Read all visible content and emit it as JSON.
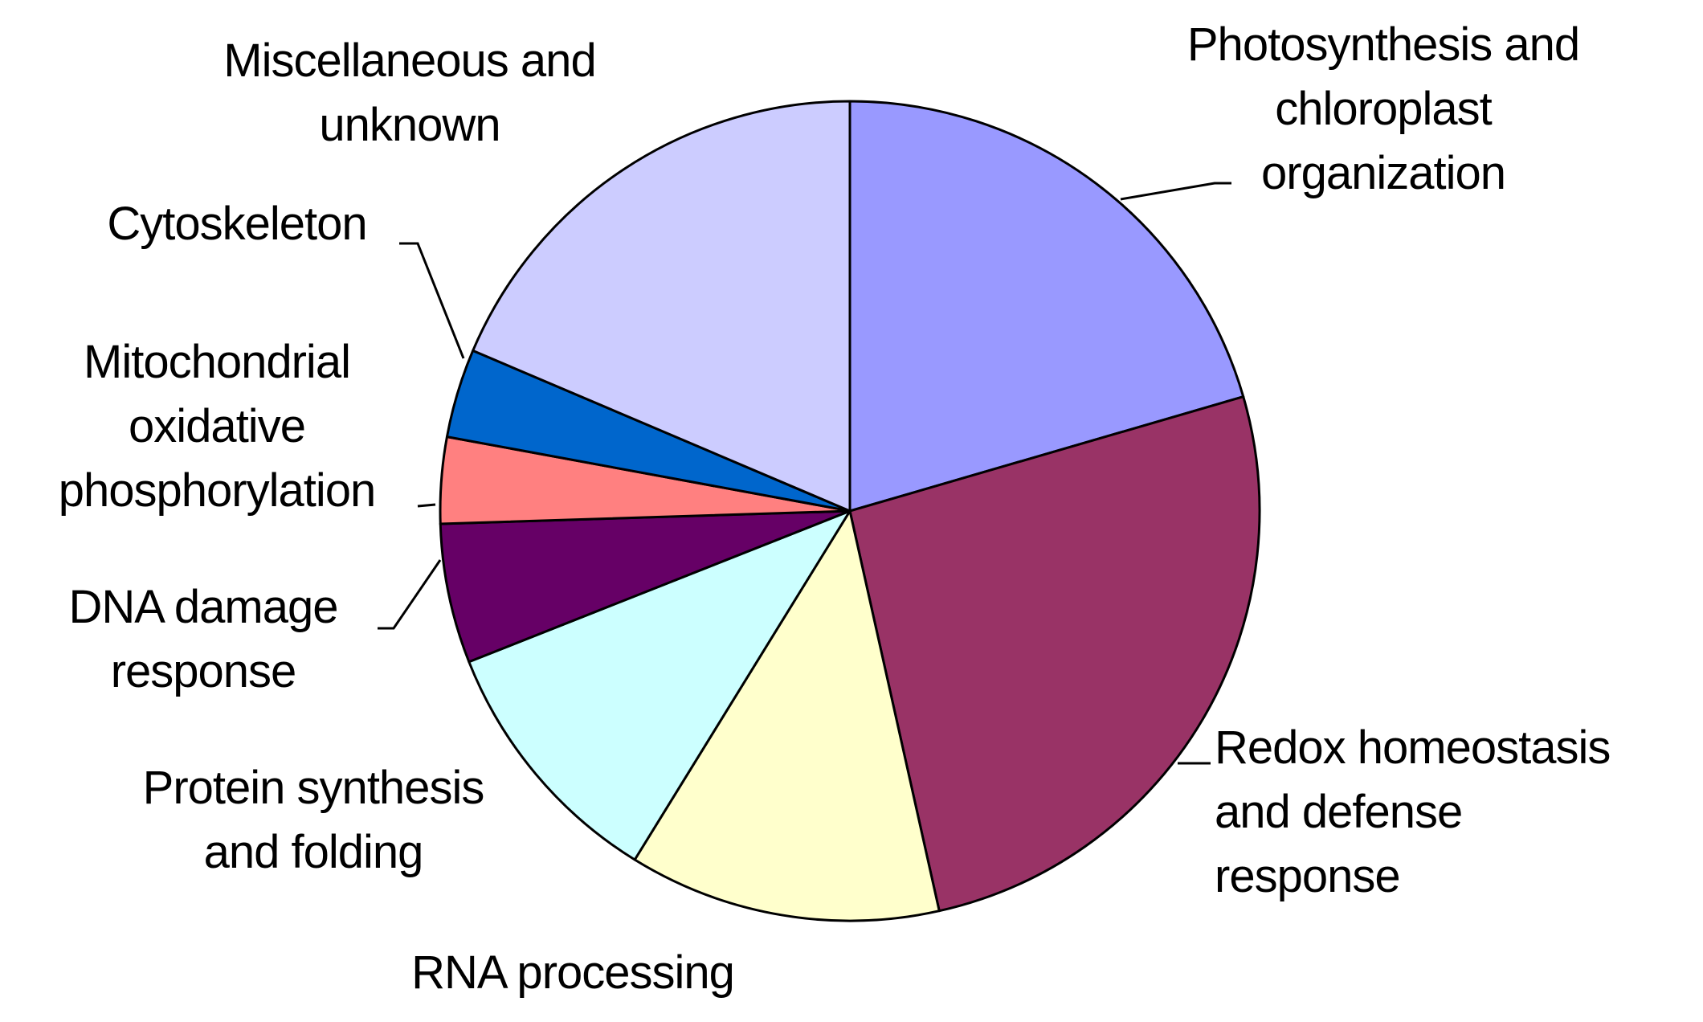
{
  "chart_data": {
    "type": "pie",
    "title": "",
    "start_angle_deg": 0,
    "direction": "clockwise",
    "legend": "none",
    "slices": [
      {
        "label": "Photosynthesis and chloroplast organization",
        "value": 20.5,
        "color": "#9999ff",
        "label_lines": [
          "Photosynthesis and",
          "chloroplast",
          "organization"
        ]
      },
      {
        "label": "Redox homeostasis and defense response",
        "value": 26.0,
        "color": "#993366",
        "label_lines": [
          "Redox homeostasis",
          "and defense",
          "response"
        ]
      },
      {
        "label": "RNA processing",
        "value": 12.3,
        "color": "#ffffcc",
        "label_lines": [
          "RNA processing"
        ]
      },
      {
        "label": "Protein synthesis and folding",
        "value": 10.2,
        "color": "#ccffff",
        "label_lines": [
          "Protein synthesis",
          "and folding"
        ]
      },
      {
        "label": "DNA damage response",
        "value": 5.5,
        "color": "#660066",
        "label_lines": [
          "DNA damage",
          "response"
        ]
      },
      {
        "label": "Mitochondrial oxidative phosphorylation",
        "value": 3.4,
        "color": "#ff8080",
        "label_lines": [
          "Mitochondrial",
          "oxidative",
          "phosphorylation"
        ]
      },
      {
        "label": "Cytoskeleton",
        "value": 3.5,
        "color": "#0066cc",
        "label_lines": [
          "Cytoskeleton"
        ]
      },
      {
        "label": "Miscellaneous and unknown",
        "value": 18.6,
        "color": "#ccccff",
        "label_lines": [
          "Miscellaneous and",
          "unknown"
        ]
      }
    ]
  }
}
